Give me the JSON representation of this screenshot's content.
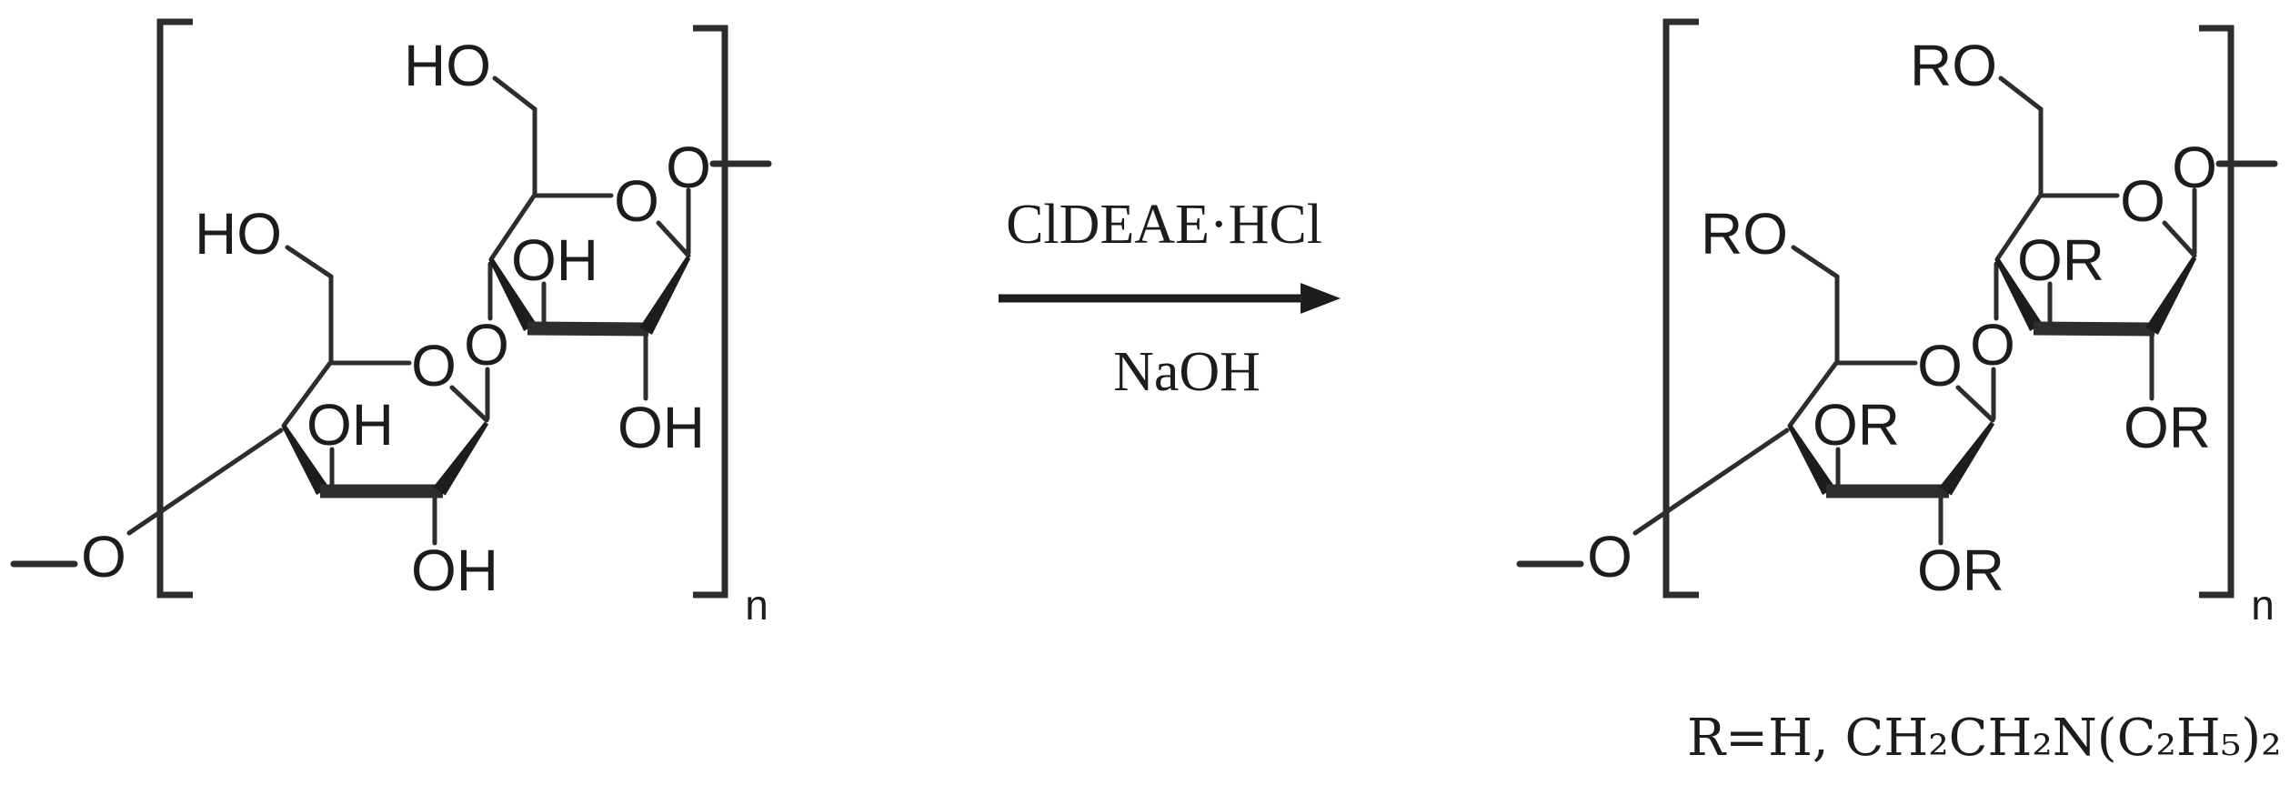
{
  "colors": {
    "background": "#ffffff",
    "bond_line": "#2d2d2d",
    "text": "#1c1c1c"
  },
  "reactant": {
    "labels": {
      "ho_top": "HO",
      "ho_mid": "HO",
      "ring_o_upper": "O",
      "chain_o": "O",
      "oh_c3_upper": "OH",
      "oh_c2_upper": "OH",
      "glycosidic_o": "O",
      "ring_o_lower": "O",
      "oh_c3_lower": "OH",
      "oh_c2_lower": "OH",
      "terminal_o": "O",
      "repeat_subscript": "n"
    }
  },
  "arrow": {
    "reagent_above": "ClDEAE·HCl",
    "reagent_below": "NaOH"
  },
  "product": {
    "labels": {
      "ro_top": "RO",
      "ro_mid": "RO",
      "ring_o_upper": "O",
      "chain_o": "O",
      "or_c3_upper": "OR",
      "or_c2_upper": "OR",
      "glycosidic_o": "O",
      "ring_o_lower": "O",
      "or_c3_lower": "OR",
      "or_c2_lower": "OR",
      "terminal_o": "O",
      "repeat_subscript": "n"
    },
    "r_group_definition": "R=H, CH₂CH₂N(C₂H₅)₂"
  }
}
